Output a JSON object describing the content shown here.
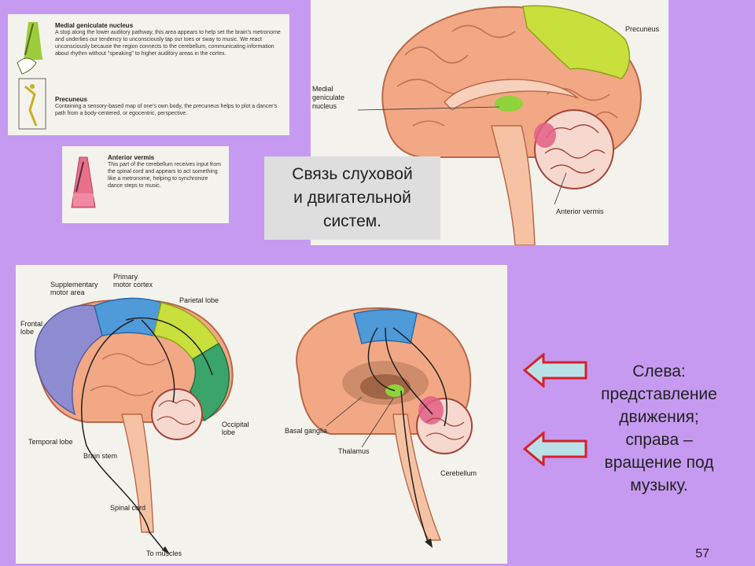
{
  "legend": {
    "mgn_title": "Medial geniculate nucleus",
    "mgn_text": "A stop along the lower auditory pathway, this area appears to help set the brain's metronome and underlies our tendency to unconsciously tap our toes or sway to music. We react unconsciously because the region connects to the cerebellum, communicating information about rhythm without \"speaking\" to higher auditory areas in the cortex.",
    "precuneus_title": "Precuneus",
    "precuneus_text": "Containing a sensory-based map of one's own body, the precuneus helps to plot a dancer's path from a body-centered, or egocentric, perspective.",
    "vermis_title": "Anterior vermis",
    "vermis_text": "This part of the cerebellum receives input from the spinal cord and appears to act something like a metronome, helping to synchronize dance steps to music."
  },
  "top_brain": {
    "precuneus": "Precuneus",
    "mgn_line1": "Medial",
    "mgn_line2": "geniculate",
    "mgn_line3": "nucleus",
    "vermis": "Anterior vermis"
  },
  "caption": {
    "line1": "Связь слуховой",
    "line2": "и двигательной",
    "line3": "систем."
  },
  "bottom_left": {
    "sma_1": "Supplementary",
    "sma_2": "motor area",
    "pmc_1": "Primary",
    "pmc_2": "motor cortex",
    "parietal": "Parietal lobe",
    "frontal_1": "Frontal",
    "frontal_2": "lobe",
    "occipital_1": "Occipital",
    "occipital_2": "lobe",
    "temporal": "Temporal lobe",
    "brainstem": "Brain stem",
    "spinal": "Spinal cord",
    "muscles": "To muscles"
  },
  "bottom_right": {
    "basal": "Basal ganglia",
    "thalamus": "Thalamus",
    "cerebellum": "Cerebellum"
  },
  "side_text": {
    "line1": "Слева:",
    "line2": "представление",
    "line3": "движения;",
    "line4": "справа –",
    "line5": "вращение под",
    "line6": "музыку."
  },
  "page_number": "57",
  "colors": {
    "background": "#c69af0",
    "cortex": "#f2a884",
    "precuneus_green": "#c8df3c",
    "motor_blue": "#4f9ad8",
    "frontal_purple": "#8d8cd0",
    "occipital_green": "#3aa46a",
    "vermis_pink": "#e35f86",
    "arrow_red": "#d8202a",
    "arrow_fill": "#b9e1e7"
  }
}
